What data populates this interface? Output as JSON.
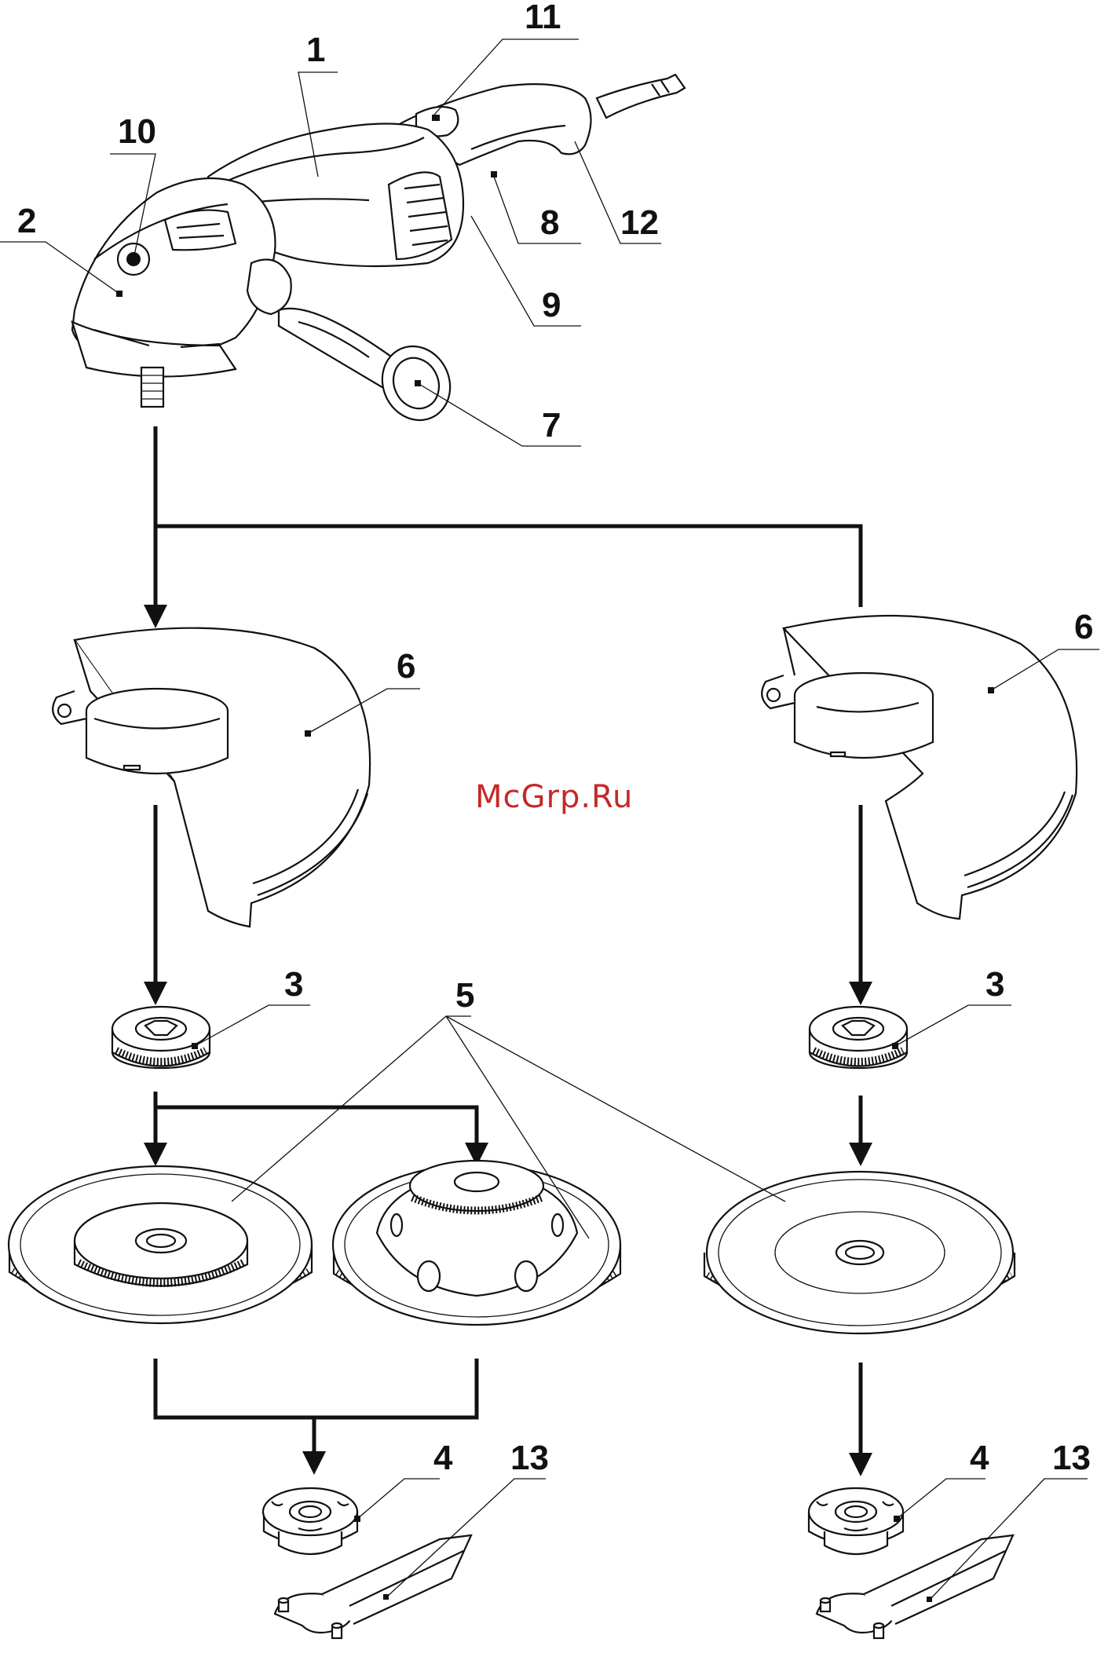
{
  "watermark": "McGrp.Ru",
  "callouts": {
    "body": "1",
    "gear_head": "2",
    "flange_nut": "3",
    "inner_flange": "4",
    "discs": "5",
    "guard_left": "6",
    "guard_right": "6",
    "side_handle": "7",
    "trigger_8": "8",
    "vents": "9",
    "spindle_lock": "10",
    "switch_lock": "11",
    "main_handle": "12",
    "spanner_left": "13",
    "spanner_right": "13",
    "flange_nut_right": "3",
    "inner_flange_right": "4"
  }
}
